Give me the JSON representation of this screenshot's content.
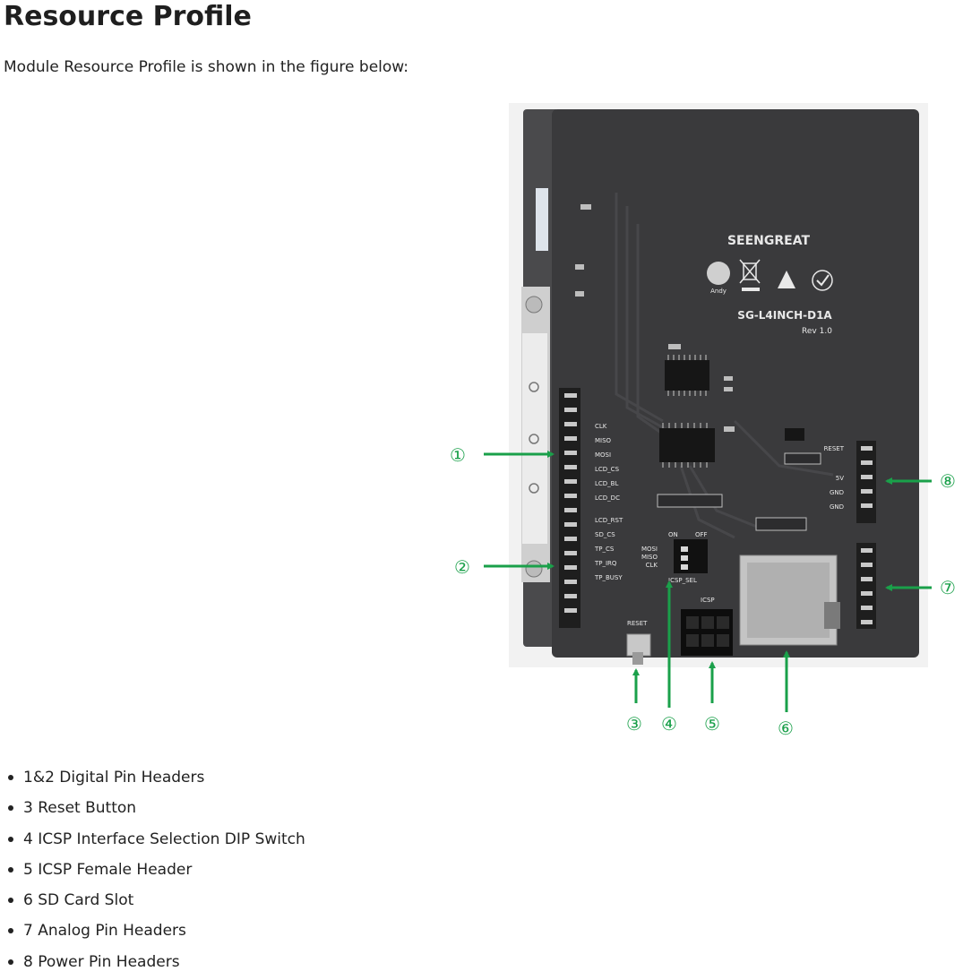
{
  "page": {
    "title": "Resource Profile",
    "intro": "Module Resource Profile is shown in the figure below:"
  },
  "board": {
    "brand": "SEENGREAT",
    "model": "SG-L4INCH-D1A",
    "rev": "Rev 1.0",
    "cert_label": "Andy",
    "left_pins": [
      "CLK",
      "MISO",
      "MOSI",
      "LCD_CS",
      "LCD_BL",
      "LCD_DC",
      "LCD_RST",
      "SD_CS",
      "TP_CS",
      "TP_IRQ",
      "TP_BUSY"
    ],
    "right_pins": [
      "RESET",
      "5V",
      "GND",
      "GND"
    ],
    "dip_on": "ON",
    "dip_off": "OFF",
    "dip_pins": [
      "MOSI",
      "MISO",
      "CLK"
    ],
    "icsp_sel": "ICSP_SEL",
    "icsp": "ICSP",
    "reset": "RESET",
    "accent_color": "#1aa04a",
    "board_color": "#3a3a3c"
  },
  "callouts": [
    "①",
    "②",
    "③",
    "④",
    "⑤",
    "⑥",
    "⑦",
    "⑧"
  ],
  "items": [
    "1&2 Digital Pin Headers",
    "3 Reset Button",
    "4 ICSP Interface Selection DIP Switch",
    "5 ICSP Female Header",
    "6 SD Card Slot",
    "7 Analog Pin Headers",
    "8 Power Pin Headers"
  ]
}
